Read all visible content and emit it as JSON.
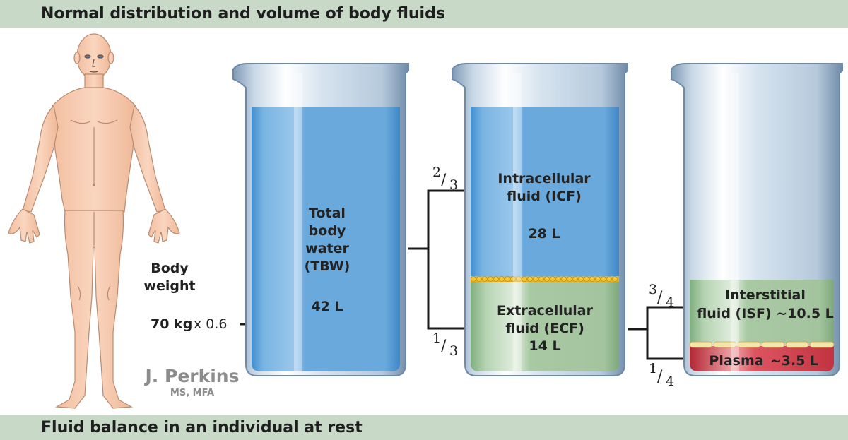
{
  "header": {
    "title": "Normal distribution and volume of body fluids"
  },
  "footer": {
    "title": "Fluid balance in an individual at rest"
  },
  "person": {
    "body_weight_label_line1": "Body",
    "body_weight_label_line2": "weight",
    "weight_value": "70 kg",
    "multiplier": "x 0.6"
  },
  "beaker_tbw": {
    "line1": "Total",
    "line2": "body",
    "line3": "water",
    "line4": "(TBW)",
    "volume": "42 L"
  },
  "split_tbw": {
    "upper_fraction_num": "2",
    "upper_fraction_den": "3",
    "lower_fraction_num": "1",
    "lower_fraction_den": "3"
  },
  "beaker_icf_ecf": {
    "icf_line1": "Intracellular",
    "icf_line2": "fluid (ICF)",
    "icf_volume": "28 L",
    "ecf_line1": "Extracellular",
    "ecf_line2": "fluid (ECF)",
    "ecf_volume": "14 L"
  },
  "split_ecf": {
    "upper_fraction_num": "3",
    "upper_fraction_den": "4",
    "lower_fraction_num": "1",
    "lower_fraction_den": "4"
  },
  "beaker_isf_plasma": {
    "isf_line1": "Interstitial",
    "isf_line2": "fluid (ISF) ~10.5 L",
    "plasma_label": "Plasma",
    "plasma_volume": "~3.5 L"
  },
  "signature": {
    "name": "J. Perkins",
    "credentials": "MS, MFA"
  },
  "colors": {
    "banner": "#c9d9c8",
    "water_blue": "#6aaee0",
    "ecf_green": "#a9c9a4",
    "plasma_red": "#d84a55",
    "membrane_gold": "#e8b21c",
    "skin": "#f6cdb2"
  }
}
